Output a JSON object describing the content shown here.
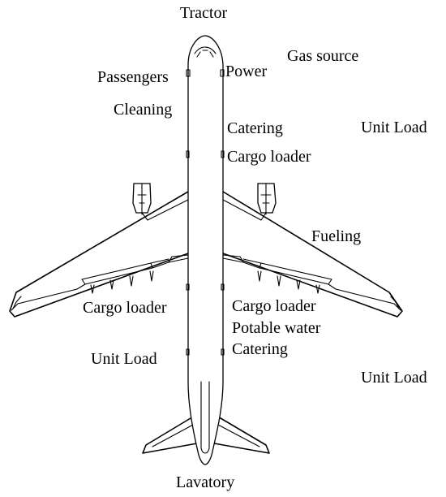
{
  "labels": {
    "tractor": "Tractor",
    "gas_source": "Gas source",
    "passengers": "Passengers",
    "power": "Power",
    "cleaning": "Cleaning",
    "catering_front": "Catering",
    "unit_load_right_top": "Unit Load",
    "cargo_loader_front": "Cargo loader",
    "fueling": "Fueling",
    "cargo_loader_left": "Cargo loader",
    "cargo_loader_right": "Cargo loader",
    "potable_water": "Potable water",
    "catering_rear": "Catering",
    "unit_load_left": "Unit Load",
    "unit_load_right_bottom": "Unit Load",
    "lavatory": "Lavatory"
  },
  "colors": {
    "line": "#000000",
    "background": "#ffffff"
  }
}
